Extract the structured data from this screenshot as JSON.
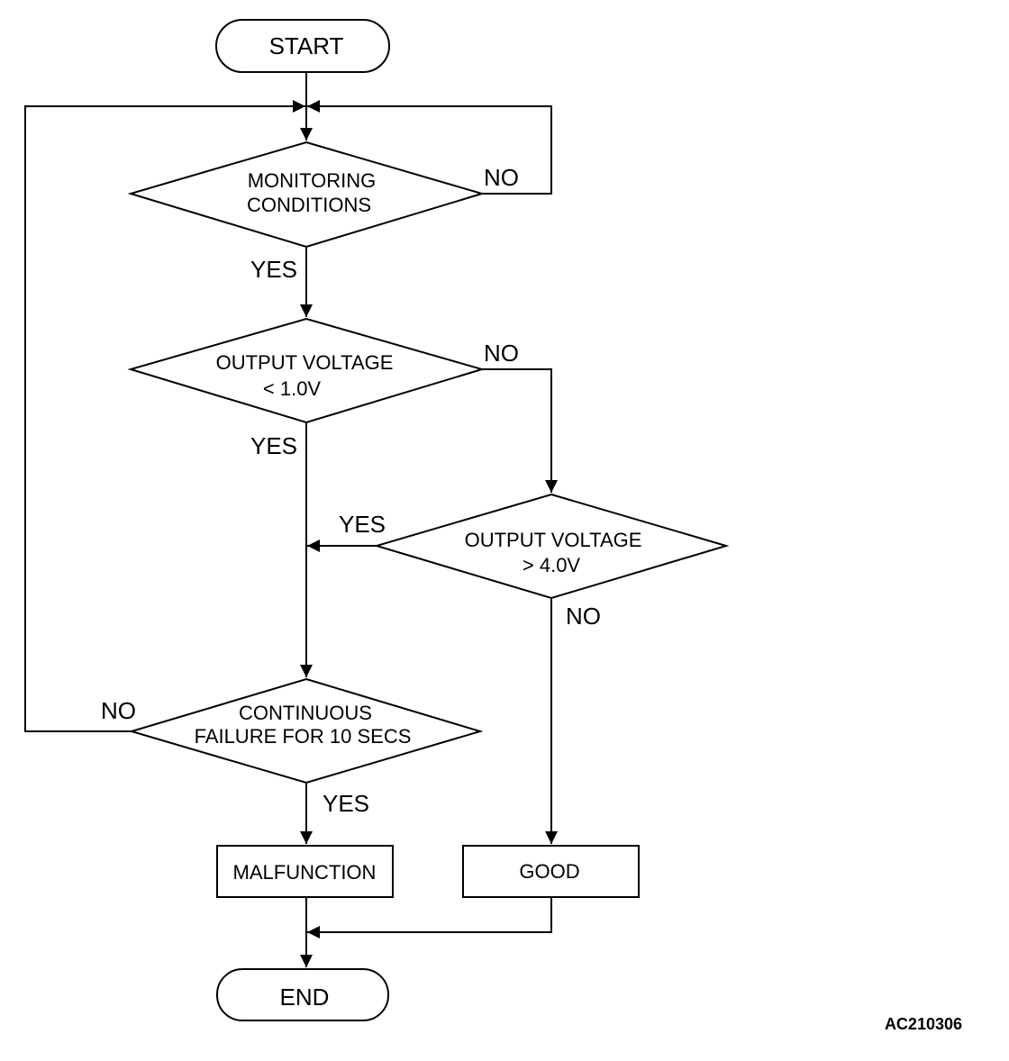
{
  "nodes": {
    "start": "START",
    "end": "END",
    "monitoring": [
      "MONITORING",
      "CONDITIONS"
    ],
    "low_voltage": [
      "OUTPUT VOLTAGE",
      "< 1.0V"
    ],
    "high_voltage": [
      "OUTPUT VOLTAGE",
      "> 4.0V"
    ],
    "continuous": [
      "CONTINUOUS",
      "FAILURE FOR 10 SECS"
    ],
    "malfunction": "MALFUNCTION",
    "good": "GOOD"
  },
  "edges": {
    "yes": "YES",
    "no": "NO"
  },
  "figure_code": "AC210306",
  "colors": {
    "stroke": "#000000",
    "background": "#ffffff"
  }
}
